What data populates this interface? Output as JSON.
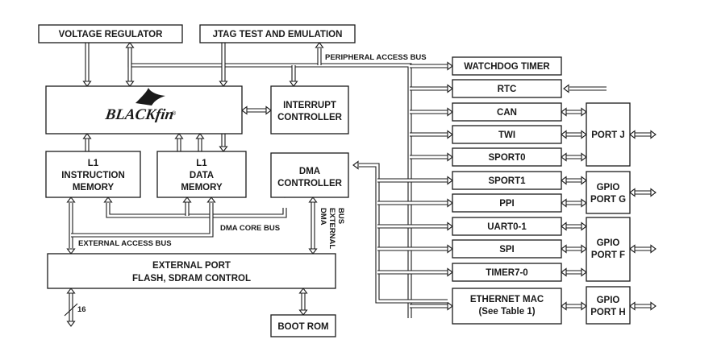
{
  "blocks": {
    "voltage_regulator": "VOLTAGE REGULATOR",
    "jtag": "JTAG TEST AND EMULATION",
    "watchdog": "WATCHDOG TIMER",
    "core_logo": "BLACKfin",
    "core_logo_mark": "®",
    "interrupt_l1": "INTERRUPT",
    "interrupt_l2": "CONTROLLER",
    "l1i_l1": "L1",
    "l1i_l2": "INSTRUCTION",
    "l1i_l3": "MEMORY",
    "l1d_l1": "L1",
    "l1d_l2": "DATA",
    "l1d_l3": "MEMORY",
    "dma_l1": "DMA",
    "dma_l2": "CONTROLLER",
    "ext_port_l1": "EXTERNAL PORT",
    "ext_port_l2": "FLASH, SDRAM CONTROL",
    "boot_rom": "BOOT ROM",
    "rtc": "RTC",
    "can": "CAN",
    "twi": "TWI",
    "sport0": "SPORT0",
    "sport1": "SPORT1",
    "ppi": "PPI",
    "uart": "UART0-1",
    "spi": "SPI",
    "timer": "TIMER7-0",
    "eth_l1": "ETHERNET MAC",
    "eth_l2": "(See Table 1)",
    "port_j": "PORT J",
    "port_g_l1": "GPIO",
    "port_g_l2": "PORT G",
    "port_f_l1": "GPIO",
    "port_f_l2": "PORT F",
    "port_h_l1": "GPIO",
    "port_h_l2": "PORT H"
  },
  "labels": {
    "peripheral_bus": "PERIPHERAL ACCESS BUS",
    "dma_core_bus": "DMA CORE BUS",
    "external_access_bus": "EXTERNAL ACCESS BUS",
    "dma_ext_l1": "DMA",
    "dma_ext_l2": "EXTERNAL",
    "dma_ext_l3": "BUS",
    "bus_width": "16"
  }
}
